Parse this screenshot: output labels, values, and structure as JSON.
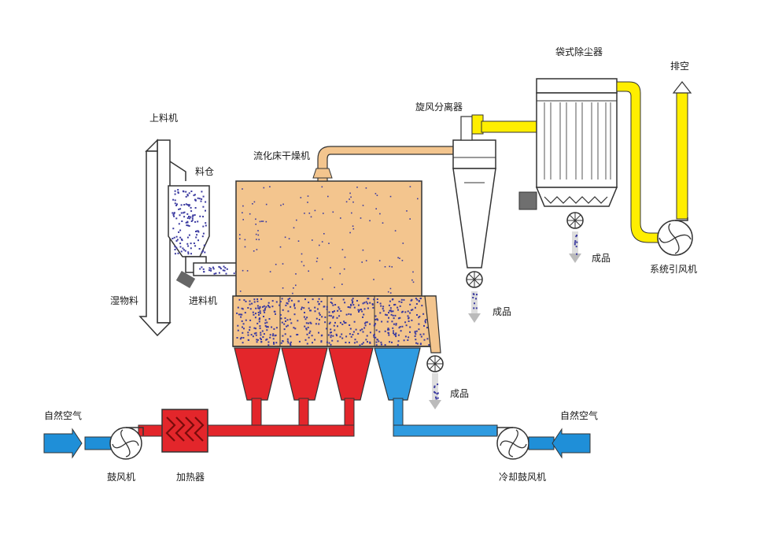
{
  "labels": {
    "loader": "上料机",
    "hopper": "料仓",
    "wet_material": "湿物料",
    "feeder": "进料机",
    "dryer": "流化床干燥机",
    "cyclone": "旋风分离器",
    "bag_filter": "袋式除尘器",
    "exhaust": "排空",
    "induced_fan": "系统引风机",
    "product_bag": "成品",
    "product_cyclone": "成品",
    "product_dryer": "成品",
    "air_left": "自然空气",
    "air_right": "自然空气",
    "blower": "鼓风机",
    "heater": "加热器",
    "cooling_blower": "冷却鼓风机"
  },
  "colors": {
    "hot_air": "#e3262b",
    "cool_air": "#2f9be0",
    "inlet_air": "#1f8fd8",
    "exhaust_duct": "#ffee00",
    "dryer_body": "#f3c58e",
    "powder": "#3b3aa0",
    "outline": "#333333"
  }
}
